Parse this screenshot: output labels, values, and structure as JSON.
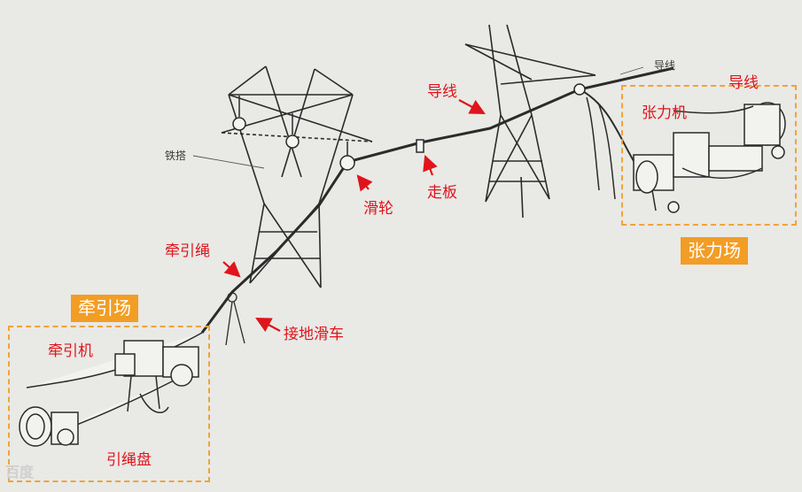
{
  "labels": {
    "tower_small": "铁搭",
    "conductor_top_small": "导线",
    "conductor_red": "导线",
    "tension_conductor": "导线",
    "tension_machine": "张力机",
    "tension_site": "张力场",
    "pulley": "滑轮",
    "walking_board": "走板",
    "pulling_rope": "牵引绳",
    "ground_pulley": "接地滑车",
    "pulling_site": "牵引场",
    "pulling_machine": "牵引机",
    "rope_reel": "引绳盘"
  },
  "watermark": "百度",
  "colors": {
    "background": "#e9e9e6",
    "label_red": "#e0141b",
    "badge_orange": "#f29d25",
    "zone_border": "#f0a437",
    "ink": "#2b2b2b"
  }
}
